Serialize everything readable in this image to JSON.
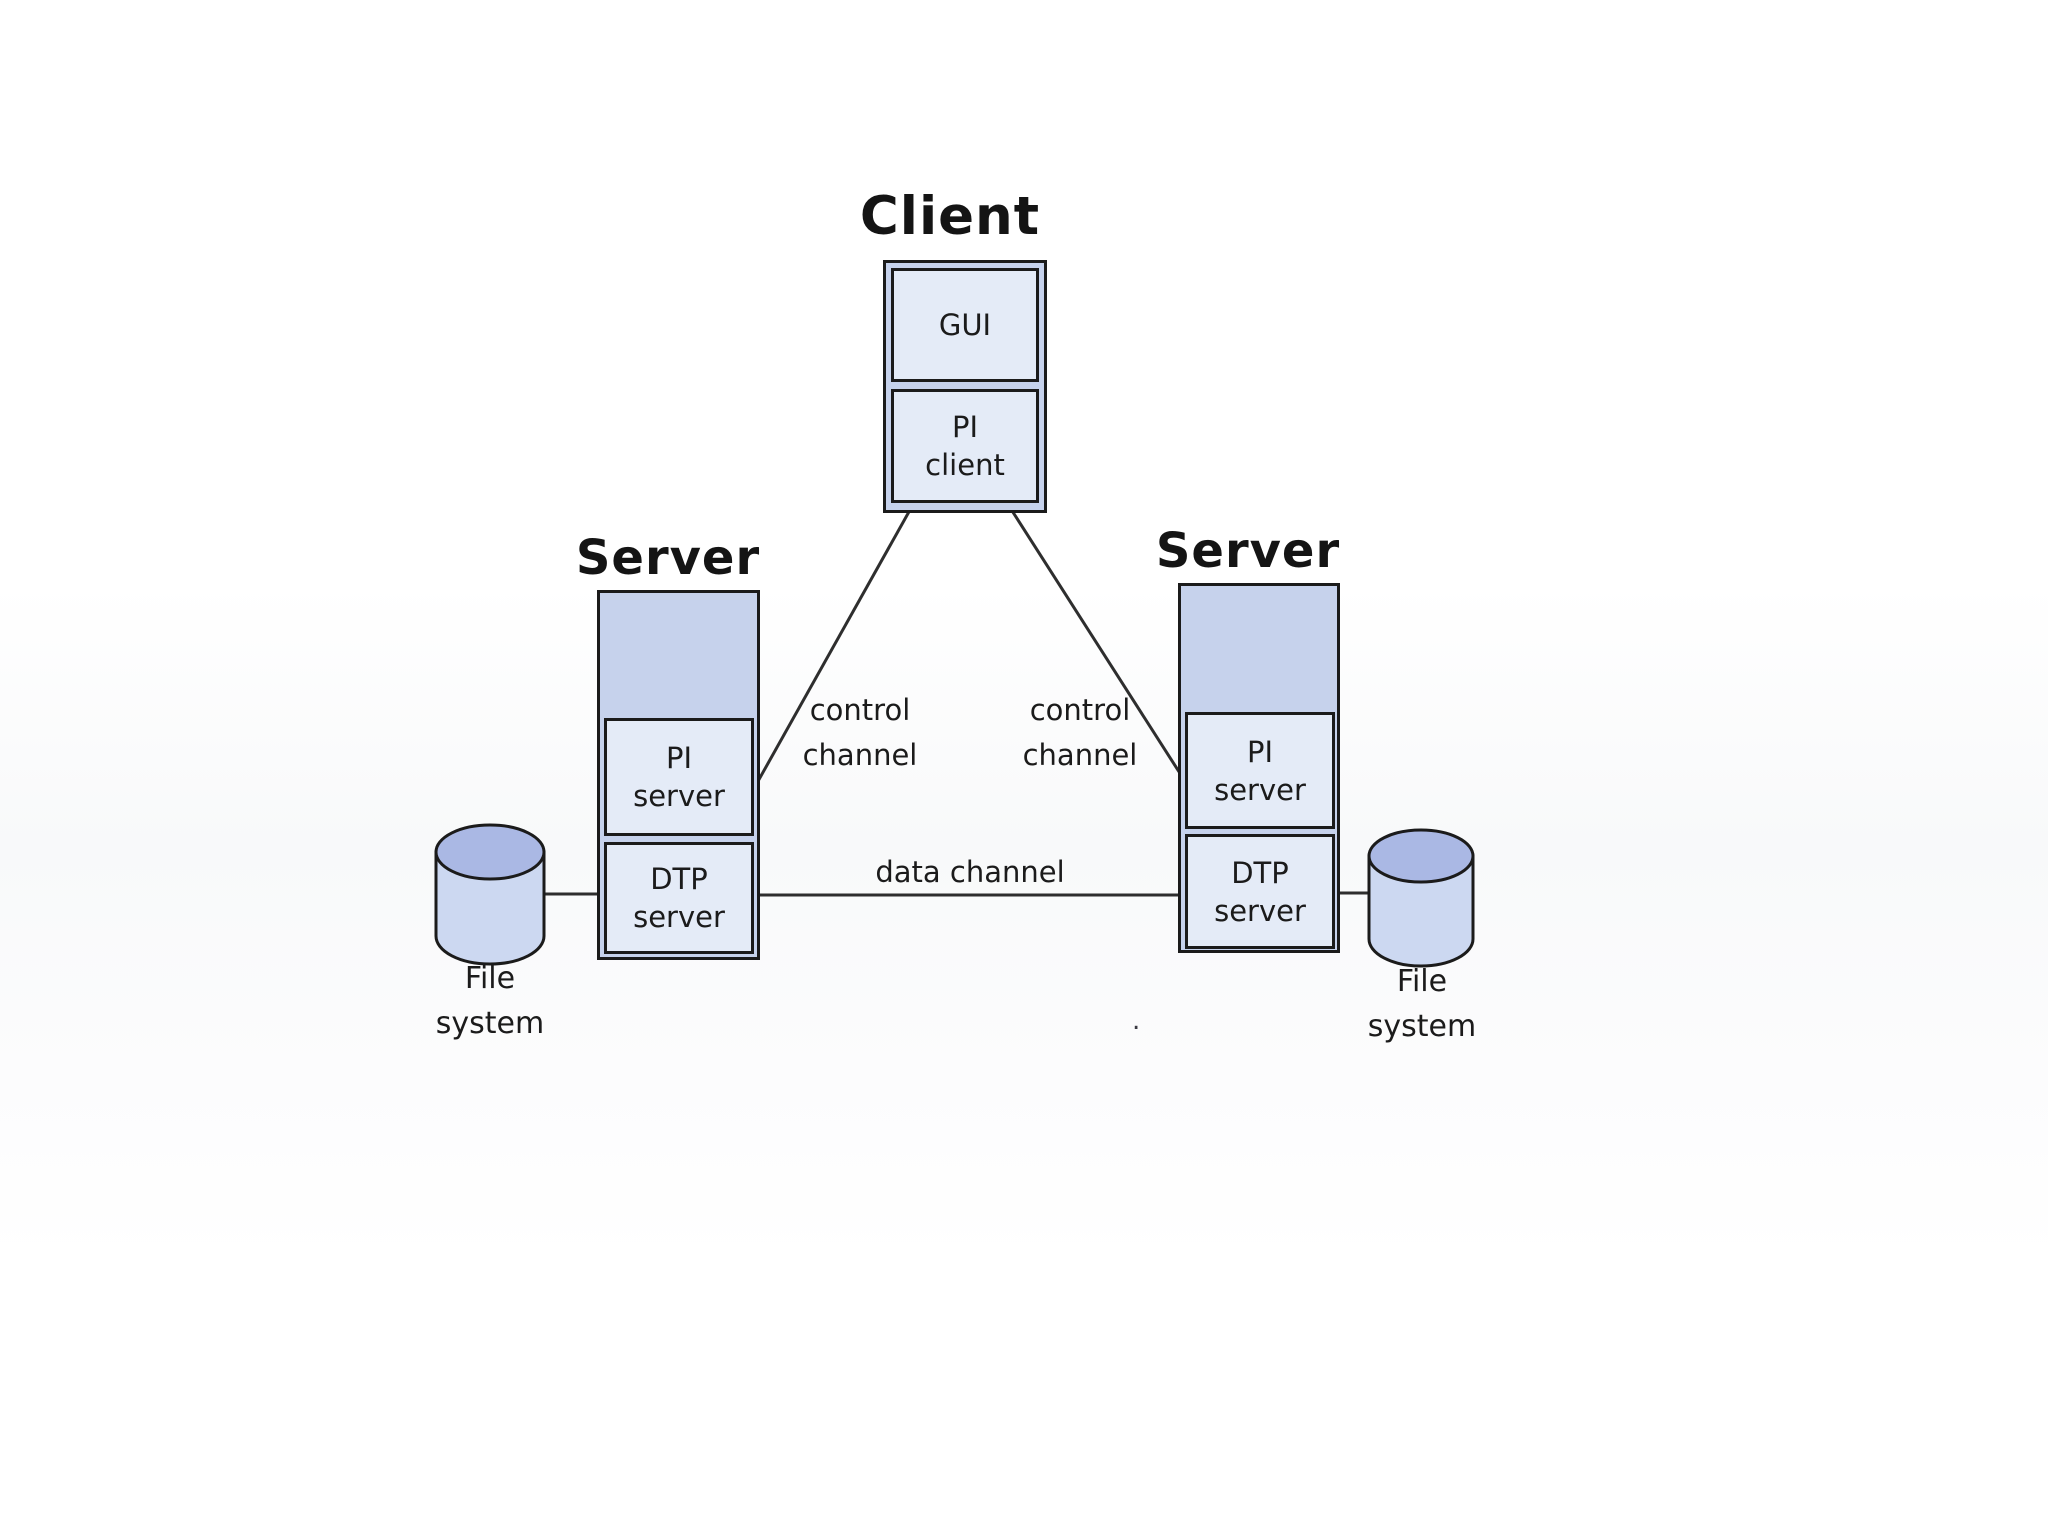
{
  "colors": {
    "node_outer_fill": "#c6d2ec",
    "node_inner_fill": "#e4ebf7",
    "cylinder_body_fill": "#ccd8f1",
    "cylinder_top_fill": "#aab8e4",
    "border": "#1b1b1b",
    "line": "#2e2e2e",
    "background": "#ffffff"
  },
  "client": {
    "title": "Client",
    "gui_label": "GUI",
    "pi_label": "PI\nclient"
  },
  "left_server": {
    "title": "Server",
    "pi_label": "PI\nserver",
    "dtp_label": "DTP\nserver",
    "file_system_label": "File\nsystem"
  },
  "right_server": {
    "title": "Server",
    "pi_label": "PI\nserver",
    "dtp_label": "DTP\nserver",
    "file_system_label": "File\nsystem"
  },
  "channels": {
    "control_left_label": "control\nchannel",
    "control_right_label": "control\nchannel",
    "data_label": "data channel"
  },
  "stray_mark": "."
}
